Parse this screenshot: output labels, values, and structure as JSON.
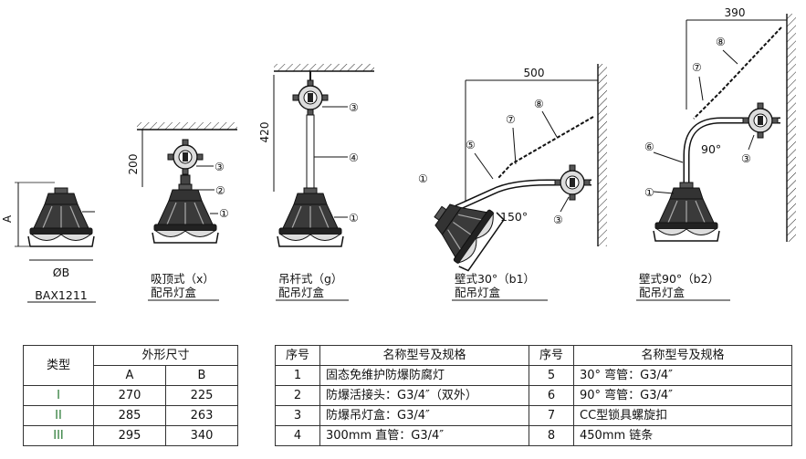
{
  "variants": [
    {
      "code": "BAX1211",
      "dim_a": "A",
      "dim_b": "ØB"
    },
    {
      "name": "吸顶式（x）",
      "sub": "配吊灯盒",
      "dim": "200"
    },
    {
      "name": "吊杆式（g）",
      "sub": "配吊灯盒",
      "dim": "420"
    },
    {
      "name": "壁式30°（b1）",
      "sub": "配吊灯盒",
      "dim": "500",
      "angle": "150°"
    },
    {
      "name": "壁式90°（b2）",
      "sub": "配吊灯盒",
      "dim": "390",
      "angle": "90°"
    }
  ],
  "callouts": [
    "①",
    "②",
    "③",
    "④",
    "⑤",
    "⑥",
    "⑦",
    "⑧"
  ],
  "dimensions_table": {
    "header_type": "类型",
    "header_group": "外形尺寸",
    "col_a": "A",
    "col_b": "B",
    "rows": [
      {
        "type": "I",
        "a": "270",
        "b": "225"
      },
      {
        "type": "II",
        "a": "285",
        "b": "263"
      },
      {
        "type": "III",
        "a": "295",
        "b": "340"
      }
    ]
  },
  "parts_table": {
    "h_no": "序号",
    "h_name": "名称型号及规格",
    "rows": [
      {
        "no1": "1",
        "name1": "固态免维护防爆防腐灯",
        "no2": "5",
        "name2": "30° 弯管：G3/4″"
      },
      {
        "no1": "2",
        "name1": "防爆活接头：G3/4″（双外）",
        "no2": "6",
        "name2": "90° 弯管：G3/4″"
      },
      {
        "no1": "3",
        "name1": "防爆吊灯盒：G3/4″",
        "no2": "7",
        "name2": "CC型锁具螺旋扣"
      },
      {
        "no1": "4",
        "name1": "300mm 直管：G3/4″",
        "no2": "8",
        "name2": "450mm 链条"
      }
    ]
  }
}
